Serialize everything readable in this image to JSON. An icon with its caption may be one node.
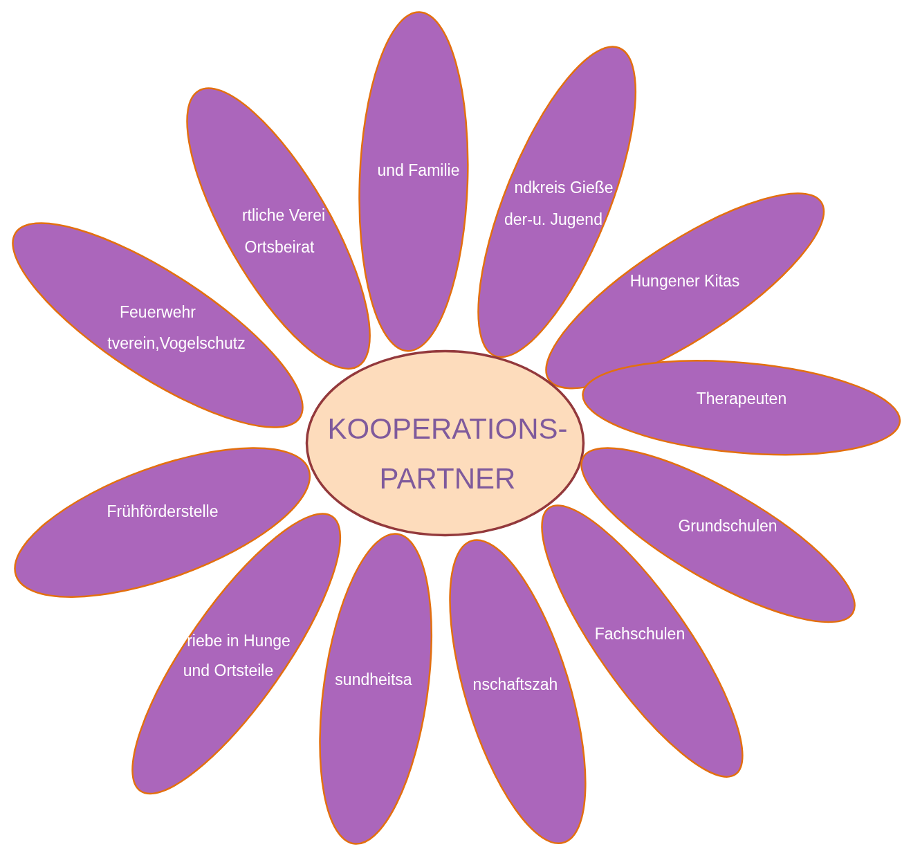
{
  "diagram": {
    "nodes": [
      {
        "text": [
          "und Familie"
        ]
      },
      {
        "text": [
          "ndkreis Gieße",
          "der-u. Jugend"
        ]
      },
      {
        "text": [
          "rtliche Verei",
          "Ortsbeirat"
        ]
      },
      {
        "text": [
          "Hungener Kitas"
        ]
      },
      {
        "text": [
          "Feuerwehr",
          "tverein,Vogelschutz"
        ]
      },
      {
        "text": [
          "Therapeuten"
        ]
      },
      {
        "text": [
          "KOOPERATIONS- PARTNER"
        ]
      },
      {
        "text": [
          "Frühförderstelle"
        ]
      },
      {
        "text": [
          "Grundschulen"
        ]
      },
      {
        "text": [
          "Fachschulen"
        ]
      },
      {
        "text": [
          "riebe in Hunge",
          "und Ortsteile"
        ]
      },
      {
        "text": [
          "sundheitsa"
        ]
      },
      {
        "text": [
          "nschaftszah"
        ]
      }
    ]
  }
}
